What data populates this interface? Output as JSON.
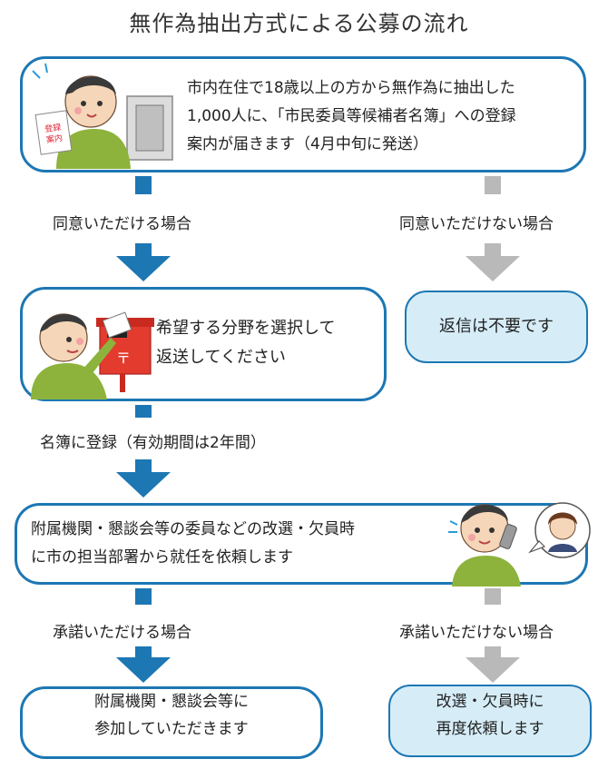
{
  "title": "無作為抽出方式による公募の流れ",
  "step1": {
    "text_lines": [
      "市内在住で18歳以上の方から無作為に抽出した",
      "1,000人に、「市民委員等候補者名簿」への登録",
      "案内が届きます（4月中旬に発送）"
    ],
    "letter_text": "登録案内"
  },
  "branch1": {
    "yes_label": "同意いただける場合",
    "no_label": "同意いただけない場合"
  },
  "step2": {
    "text_lines": [
      "希望する分野を選択して",
      "返送してください"
    ],
    "postbox_mark": "〒"
  },
  "reply_box": {
    "text": "返信は不要です"
  },
  "register_label": "名簿に登録（有効期間は2年間）",
  "step3": {
    "text_lines": [
      "附属機関・懇談会等の委員などの改選・欠員時",
      "に市の担当部署から就任を依頼します"
    ]
  },
  "branch2": {
    "yes_label": "承諾いただける場合",
    "no_label": "承諾いただけない場合"
  },
  "final_yes": {
    "text_lines": [
      "附属機関・懇談会等に",
      "参加していただきます"
    ]
  },
  "final_no": {
    "text_lines": [
      "改選・欠員時に",
      "再度依頼します"
    ]
  },
  "colors": {
    "accent": "#1d77b3",
    "light_box": "#d6edf8",
    "gray_arrow": "#b9b9b9",
    "shirt": "#8db33c"
  }
}
